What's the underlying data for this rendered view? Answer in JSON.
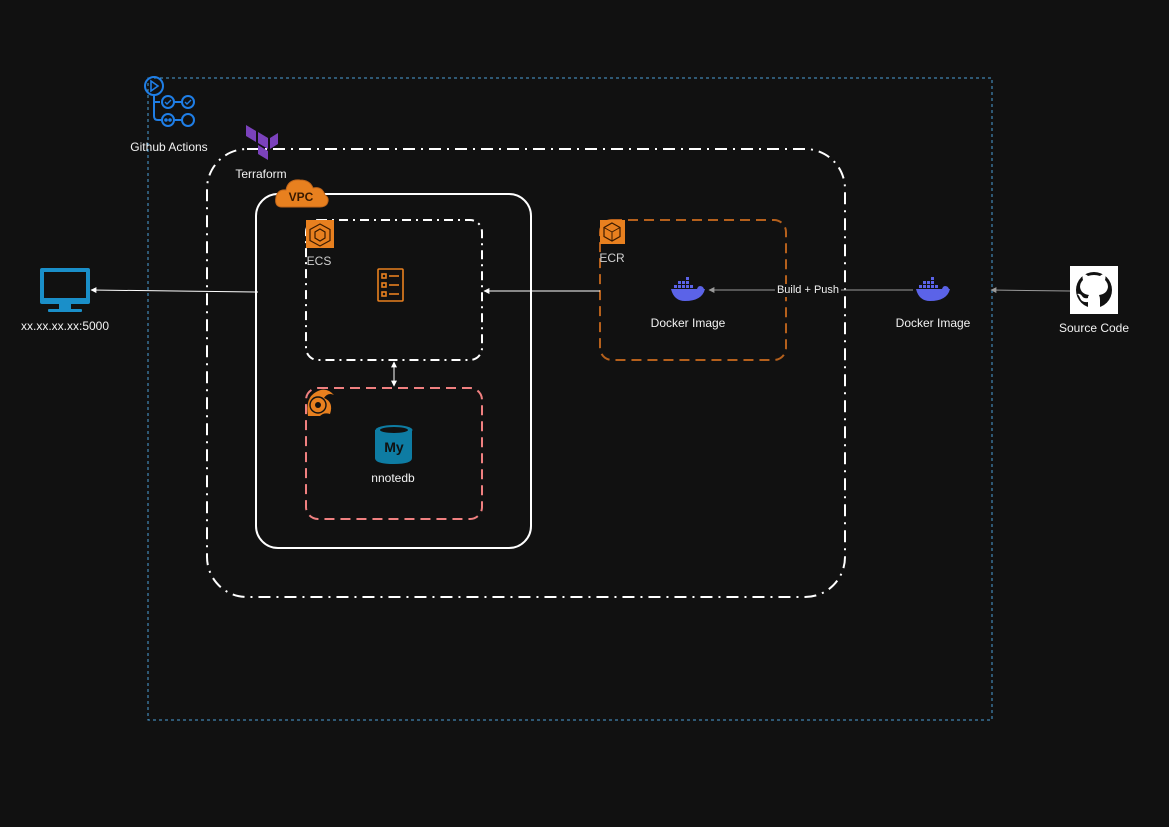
{
  "nodes": {
    "github_actions": {
      "label": "Github Actions"
    },
    "terraform": {
      "label": "Terraform"
    },
    "vpc": {
      "label": "VPC"
    },
    "ecs": {
      "label": "ECS"
    },
    "ecr": {
      "label": "ECR"
    },
    "database": {
      "label": "nnotedb"
    },
    "ecr_docker_image": {
      "label": "Docker Image"
    },
    "local_docker_image": {
      "label": "Docker Image"
    },
    "source_code": {
      "label": "Source Code"
    },
    "client": {
      "label": "xx.xx.xx.xx:5000"
    }
  },
  "edges": {
    "build_push": {
      "label": "Build + Push"
    }
  },
  "colors": {
    "background": "#111111",
    "github_blue": "#1f7ee6",
    "terraform_purple": "#7b42bc",
    "aws_orange": "#e8801f",
    "docker_purple": "#5b63e8",
    "rds_pink": "#f08080",
    "mysql_teal": "#0e7ca3",
    "client_blue": "#1a8fc9",
    "pipeline_border": "#4a9fd6"
  }
}
